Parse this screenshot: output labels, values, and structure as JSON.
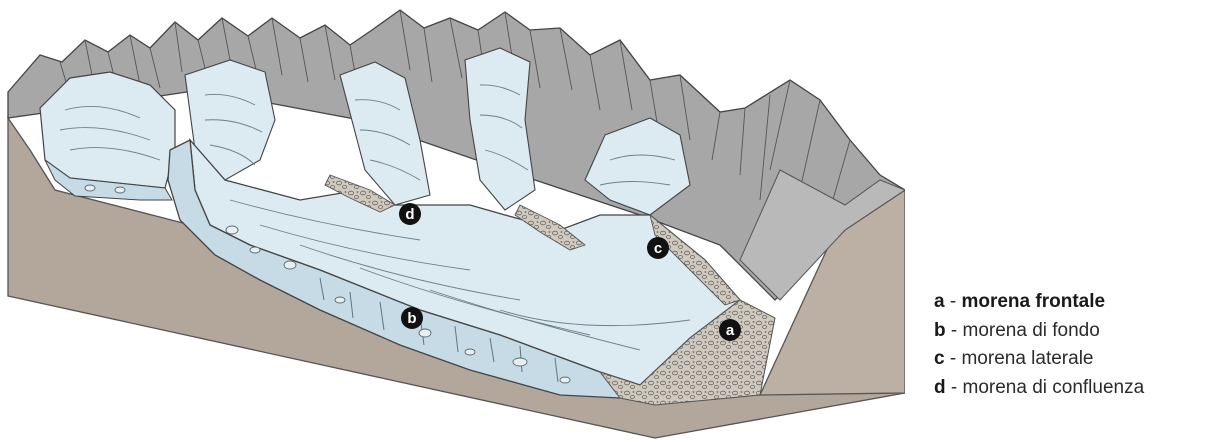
{
  "markers": [
    {
      "key": "d",
      "id": "confluence"
    },
    {
      "key": "c",
      "id": "lateral"
    },
    {
      "key": "a",
      "id": "frontal"
    },
    {
      "key": "b",
      "id": "ground"
    }
  ],
  "legend": [
    {
      "key": "a",
      "sep": " - ",
      "text": "morena frontale"
    },
    {
      "key": "b",
      "sep": " - ",
      "text": "morena di fondo"
    },
    {
      "key": "c",
      "sep": " - ",
      "text": "morena laterale"
    },
    {
      "key": "d",
      "sep": " - ",
      "text": "morena di confluenza"
    }
  ],
  "colors": {
    "ground": "#b3a69b",
    "ice": "#dceaf1",
    "ice_cut": "#c6dbe6",
    "rock": "#a7a7a7",
    "rock_light": "#c4c4c4",
    "debris": "#c9c4bb",
    "marker": "#111111"
  }
}
